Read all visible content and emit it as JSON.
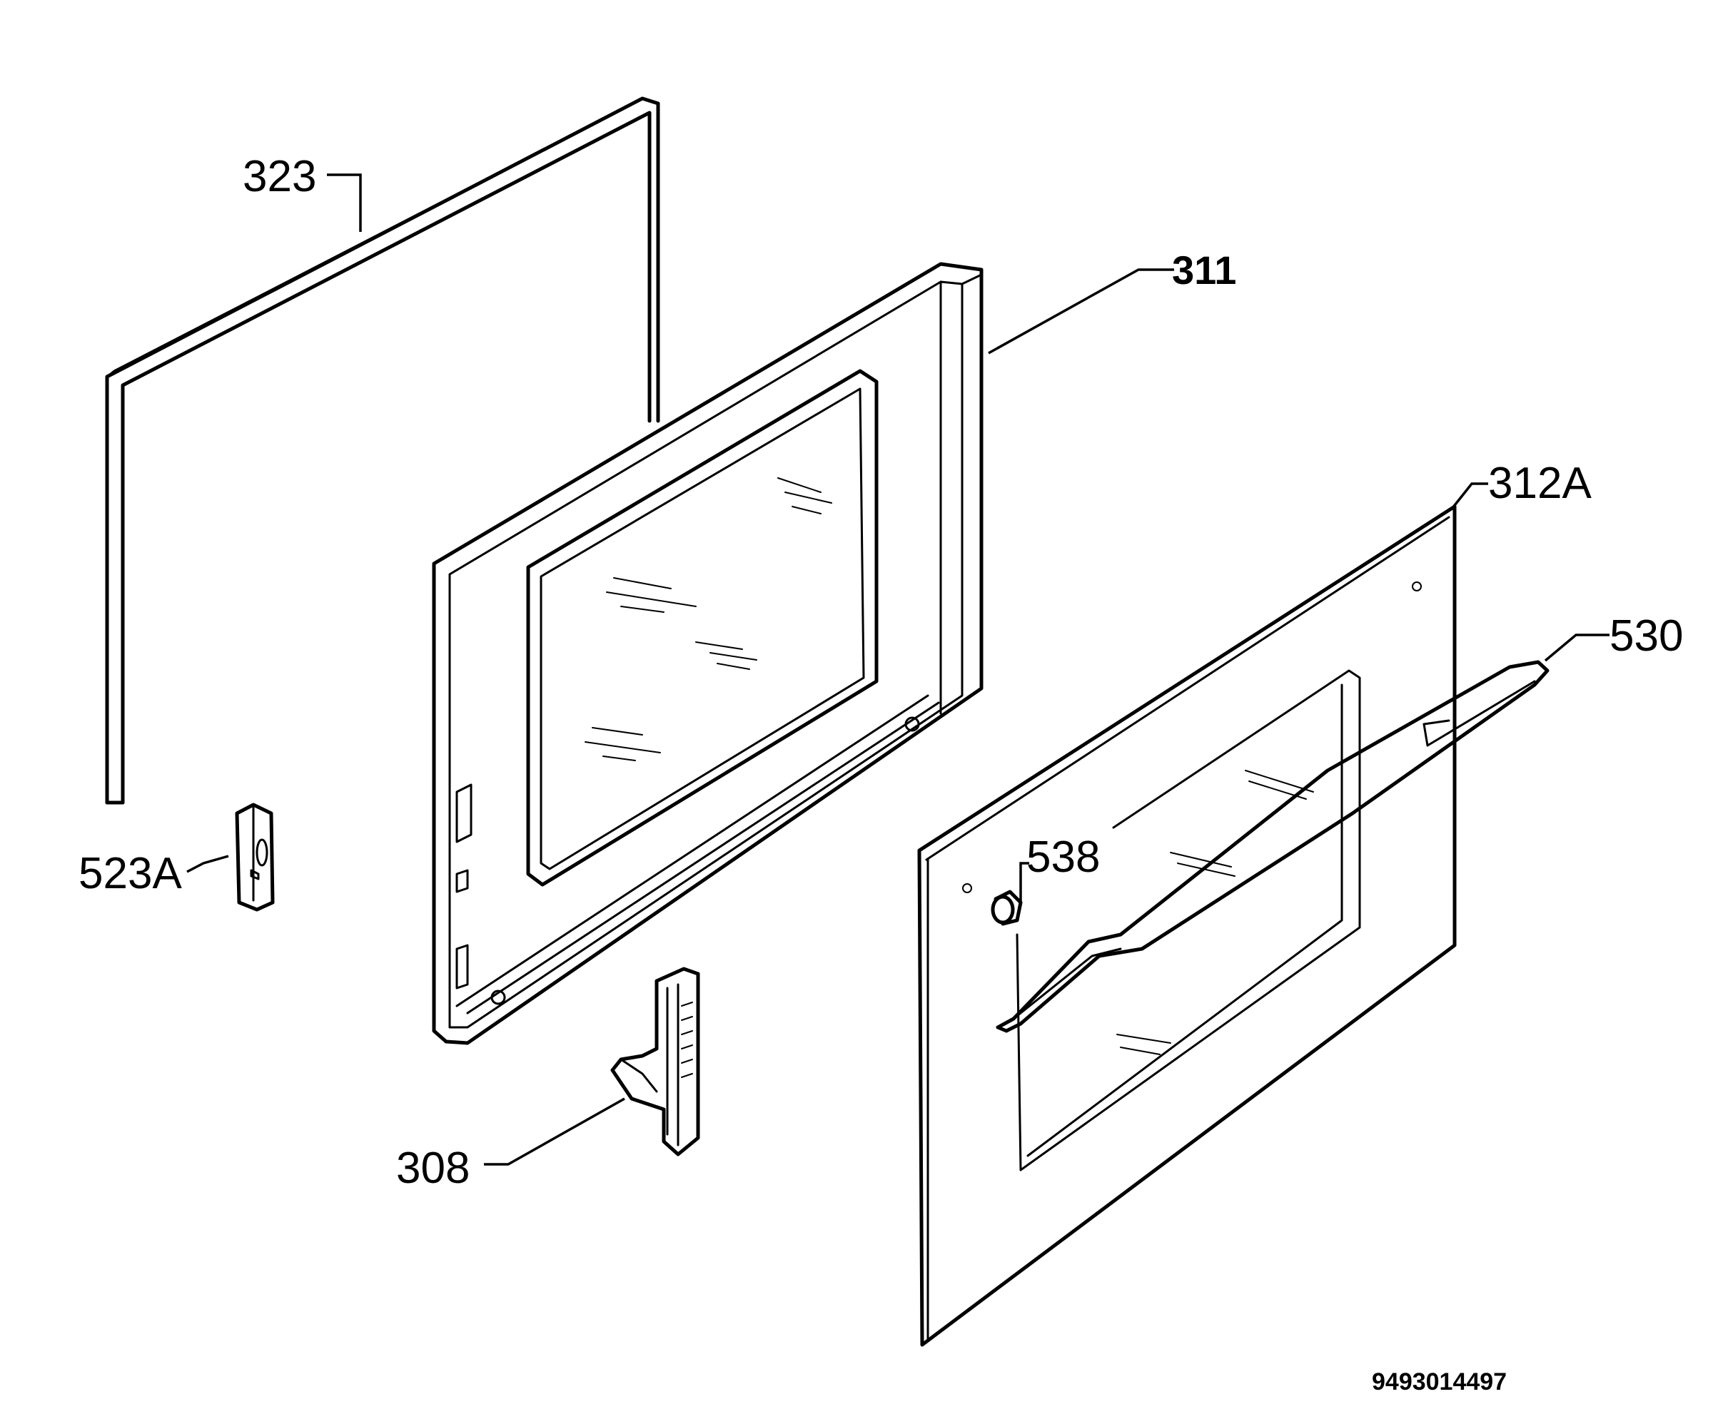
{
  "parts": [
    {
      "id": "part-323",
      "label": "323",
      "name": "door-seal-gasket"
    },
    {
      "id": "part-311",
      "label": "311",
      "name": "inner-door-frame"
    },
    {
      "id": "part-312a",
      "label": "312A",
      "name": "outer-door-glass-panel"
    },
    {
      "id": "part-530",
      "label": "530",
      "name": "door-handle"
    },
    {
      "id": "part-538",
      "label": "538",
      "name": "handle-spacer"
    },
    {
      "id": "part-523a",
      "label": "523A",
      "name": "door-catch"
    },
    {
      "id": "part-308",
      "label": "308",
      "name": "door-hinge"
    }
  ],
  "document_number": "9493014497"
}
